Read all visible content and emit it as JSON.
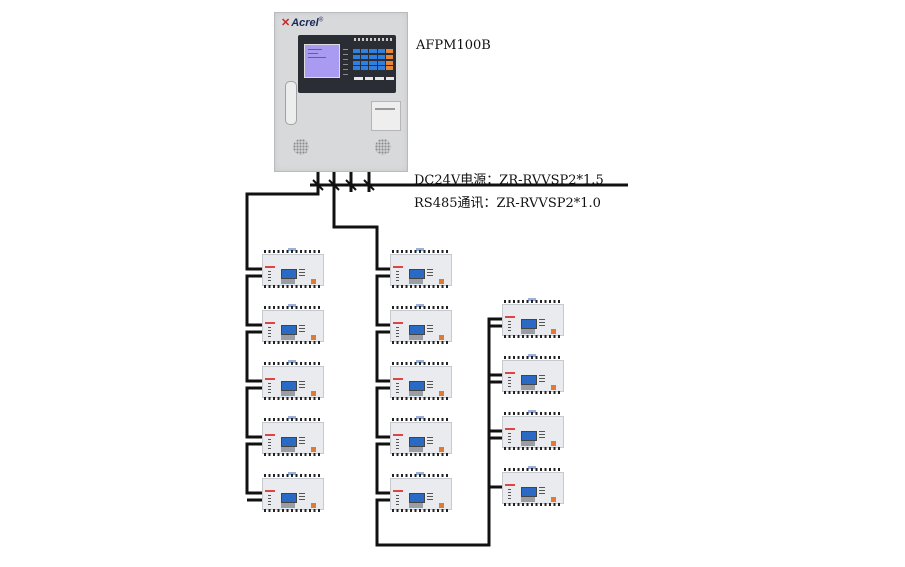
{
  "diagram": {
    "controller": {
      "brand": "Acrel",
      "model": "AFPM100B"
    },
    "cables": [
      {
        "label": "DC24V电源：ZR-RVVSP2*1.5",
        "function": "power"
      },
      {
        "label": "RS485通讯：ZR-RVVSP2*1.0",
        "function": "communication"
      }
    ],
    "bus_columns": [
      {
        "name": "branch-1",
        "module_count": 5
      },
      {
        "name": "branch-2",
        "module_count": 5
      },
      {
        "name": "branch-3",
        "module_count": 4
      }
    ],
    "colors": {
      "wire": "#111111",
      "panel": "#d8d9db",
      "lcd": "#a99bf1",
      "key_blue": "#2f7fe0",
      "key_orange": "#e98636",
      "brand_red": "#c62828"
    }
  }
}
